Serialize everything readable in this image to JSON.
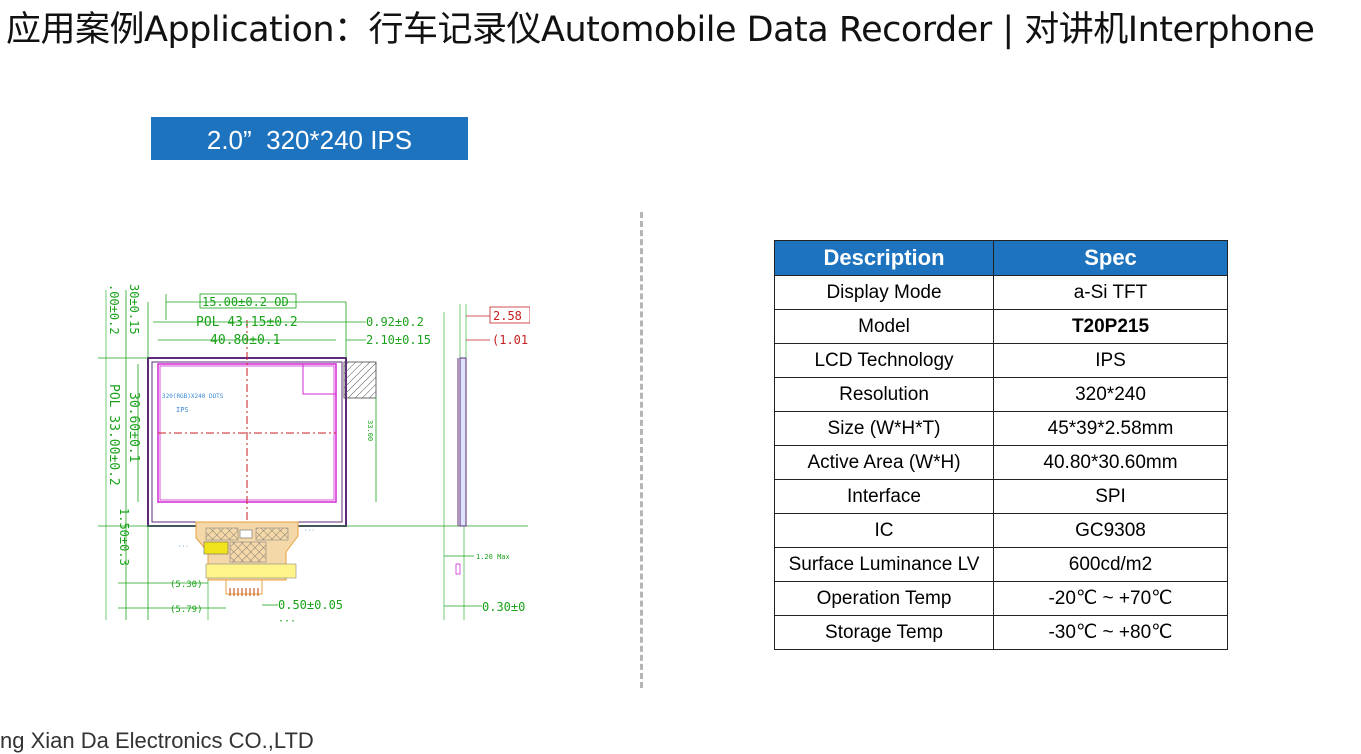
{
  "header": {
    "title": "应用案例Application：行车记录仪Automobile Data Recorder | 对讲机Interphone"
  },
  "badge": {
    "label": "2.0”  320*240 IPS"
  },
  "drawing": {
    "dim_top_od": "15.00±0.2 OD",
    "dim_pol_w": "POL 43.15±0.2",
    "dim_aa_w": "40.80±0.1",
    "dim_r1": "0.92±0.2",
    "dim_r2": "2.10±0.15",
    "dim_side_t": "2.58",
    "dim_side_t2": "(1.01",
    "dim_left1": "30±0.15",
    "dim_left2": ".00±0.2",
    "dim_pol_h": "POL 33.00±0.2",
    "dim_aa_h": "30.60±0.1",
    "dim_bottom": "1.50±0.3",
    "dim_inner_h": "33.00",
    "lcd_note_1": "320(RGB)X240 DOTS",
    "lcd_note_2": "IPS",
    "dim_fpc1": "(5.30)",
    "dim_fpc2": "(5.79)",
    "dim_pin": "0.50±0.05",
    "dim_max": "1.20 Max",
    "dim_pitch": "0.30±0",
    "colors": {
      "dim": "#1aa31a",
      "outline": "#5b2b7a",
      "pol": "#d42ad4",
      "center": "#c82020",
      "fpc": "#e8a040"
    }
  },
  "table": {
    "headers": [
      "Description",
      "Spec"
    ],
    "rows": [
      {
        "desc": "Display Mode",
        "spec": "a-Si TFT"
      },
      {
        "desc": "Model",
        "spec": "T20P215"
      },
      {
        "desc": "LCD Technology",
        "spec": "IPS"
      },
      {
        "desc": "Resolution",
        "spec": "320*240"
      },
      {
        "desc": "Size (W*H*T)",
        "spec": "45*39*2.58mm"
      },
      {
        "desc": "Active Area (W*H)",
        "spec": "40.80*30.60mm"
      },
      {
        "desc": "Interface",
        "spec": "SPI"
      },
      {
        "desc": "IC",
        "spec": "GC9308"
      },
      {
        "desc": "Surface Luminance LV",
        "spec": "600cd/m2"
      },
      {
        "desc": "Operation Temp",
        "spec": "-20℃ ~ +70℃"
      },
      {
        "desc": "Storage Temp",
        "spec": "-30℃ ~ +80℃"
      }
    ]
  },
  "footer": {
    "company": "ng Xian Da Electronics CO.,LTD"
  }
}
